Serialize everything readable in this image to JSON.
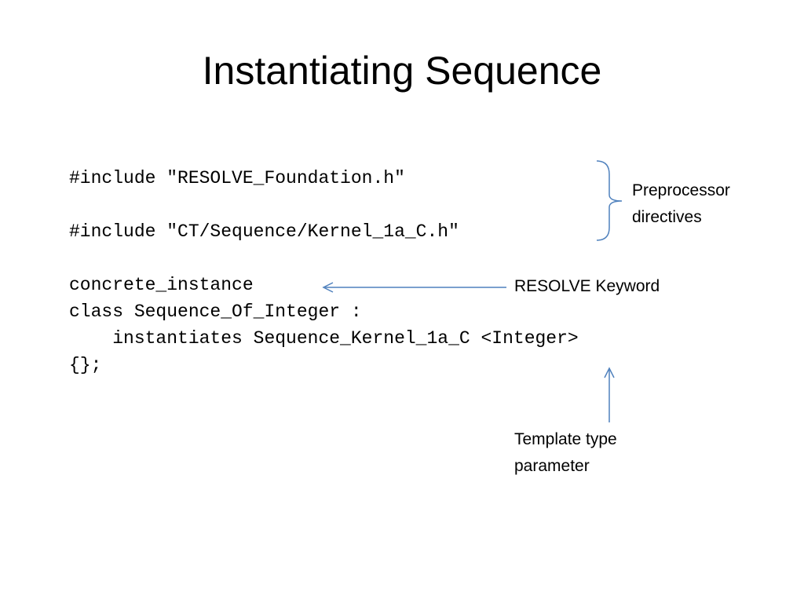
{
  "slide": {
    "title": "Instantiating Sequence",
    "code": {
      "line1": "#include \"RESOLVE_Foundation.h\"",
      "line2": "#include \"CT/Sequence/Kernel_1a_C.h\"",
      "line3": "concrete_instance",
      "line4": "class Sequence_Of_Integer :",
      "line5": "    instantiates Sequence_Kernel_1a_C <Integer>",
      "line6": "{};"
    },
    "annotations": {
      "preprocessor_line1": "Preprocessor",
      "preprocessor_line2": "directives",
      "keyword": "RESOLVE Keyword",
      "template_line1": "Template type",
      "template_line2": "parameter"
    },
    "colors": {
      "arrow": "#4f81bd",
      "text": "#000000",
      "background": "#ffffff"
    }
  }
}
